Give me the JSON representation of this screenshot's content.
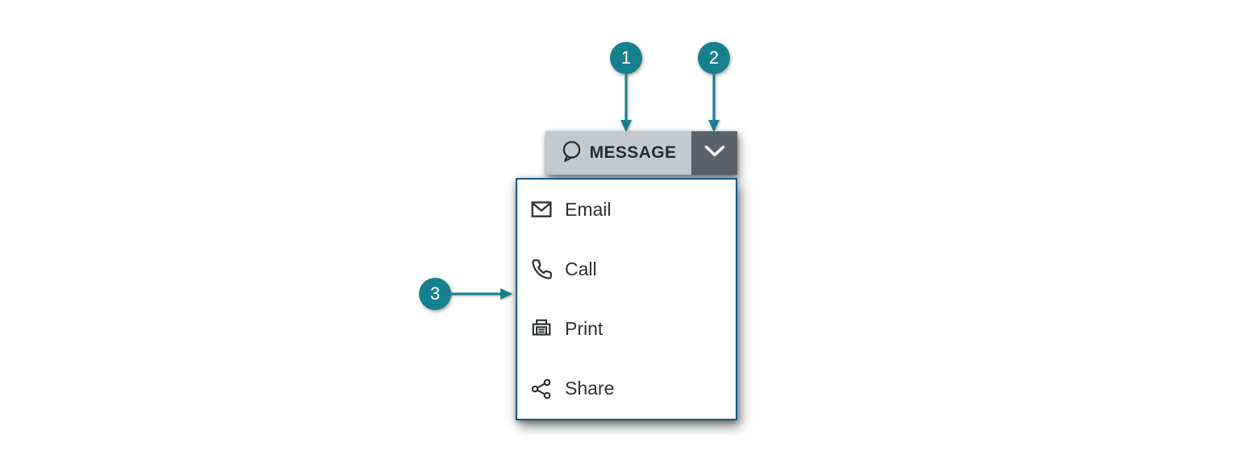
{
  "colors": {
    "accent_teal": "#17808E",
    "button_face": "#C5C9CB",
    "button_arrow_face": "#5A6268",
    "menu_border": "#15598A",
    "text_dark": "#2E3134",
    "callout_text": "#FFFFFF"
  },
  "split_button": {
    "label": "MESSAGE",
    "icon": "speech-bubble-icon",
    "arrow_icon": "chevron-down-icon"
  },
  "menu": {
    "items": [
      {
        "label": "Email",
        "icon": "envelope-icon"
      },
      {
        "label": "Call",
        "icon": "phone-icon"
      },
      {
        "label": "Print",
        "icon": "printer-icon"
      },
      {
        "label": "Share",
        "icon": "share-icon"
      }
    ]
  },
  "callouts": [
    {
      "number": "1"
    },
    {
      "number": "2"
    },
    {
      "number": "3"
    }
  ]
}
